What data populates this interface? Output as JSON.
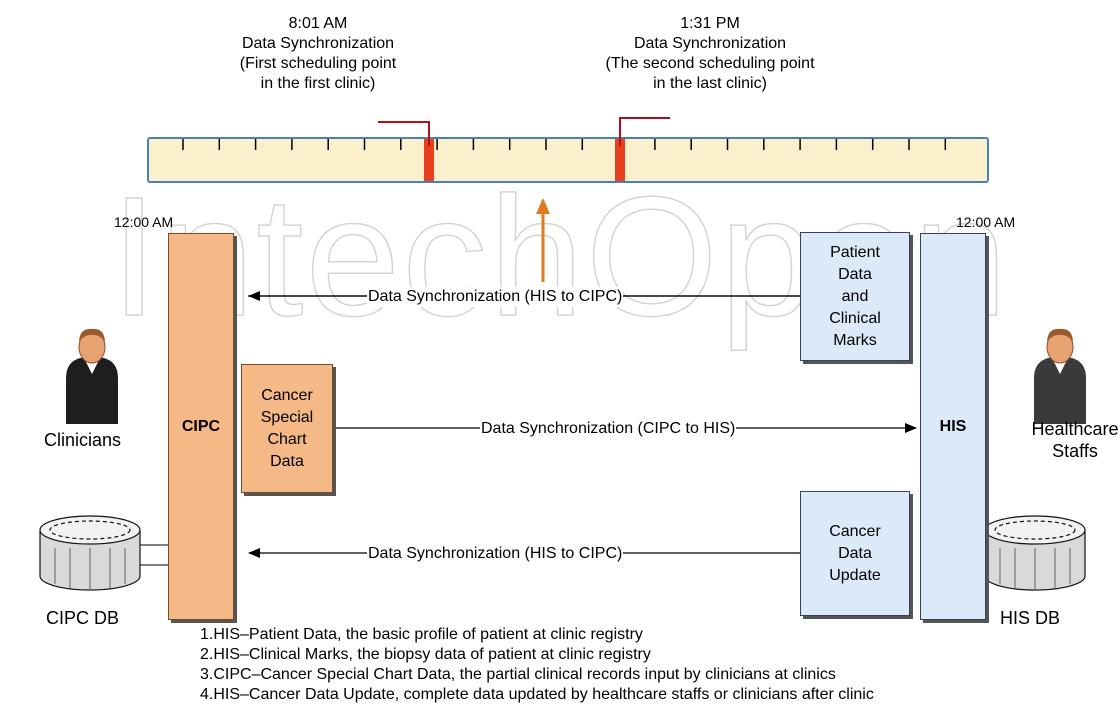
{
  "watermark": "IntechOpen",
  "timeline": {
    "left_label": {
      "time": "8:01 AM",
      "title": "Data Synchronization",
      "line1": "(First scheduling point",
      "line2": "in the first clinic)"
    },
    "right_label": {
      "time": "1:31 PM",
      "title": "Data Synchronization",
      "line1": "(The second scheduling point",
      "line2": "in the last clinic)"
    }
  },
  "cipc": {
    "time": "12:00 AM",
    "label": "CIPC"
  },
  "his": {
    "time": "12:00 AM",
    "label": "HIS"
  },
  "actors": {
    "clinicians": "Clinicians",
    "healthcare_line1": "Healthcare",
    "healthcare_line2": "Staffs"
  },
  "databases": {
    "cipc_db": "CIPC DB",
    "his_db": "HIS DB"
  },
  "boxes": {
    "patient": [
      "Patient",
      "Data",
      "and",
      "Clinical",
      "Marks"
    ],
    "cancer_chart": [
      "Cancer",
      "Special",
      "Chart",
      "Data"
    ],
    "cancer_update": [
      "Cancer",
      "Data",
      "Update"
    ]
  },
  "flows": {
    "top": "Data Synchronization (HIS to CIPC)",
    "middle": "Data Synchronization (CIPC to HIS)",
    "bottom": "Data Synchronization (HIS to CIPC)"
  },
  "notes": [
    "1.HIS–Patient Data, the basic profile of patient at clinic registry",
    "2.HIS–Clinical Marks, the biopsy data of patient at clinic registry",
    "3.CIPC–Cancer Special Chart Data, the partial clinical records input by clinicians at clinics",
    "4.HIS–Cancer Data Update, complete data updated by healthcare staffs or clinicians after clinic"
  ],
  "colors": {
    "orange_fill": "#f5b887",
    "blue_fill": "#dbe9f8",
    "timeline_fill": "#fcf0cc",
    "timeline_border": "#4a7fb5",
    "marker": "#e8401c",
    "arrow_up": "#e07b22"
  }
}
